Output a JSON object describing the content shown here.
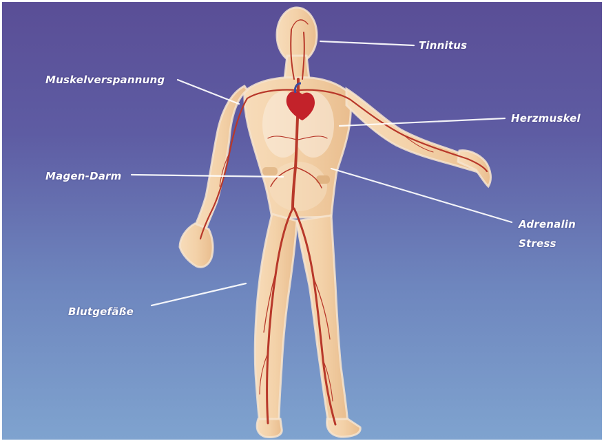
{
  "diagram": {
    "labels": {
      "tinnitus": "Tinnitus",
      "muskelverspannung": "Muskelverspannung",
      "herzmuskel": "Herzmuskel",
      "magen_darm": "Magen-Darm",
      "adrenalin": "Adrenalin",
      "stress": "Stress",
      "blutgefaesse": "Blutgefäße"
    },
    "colors": {
      "background_top": "#5a4e96",
      "background_bottom": "#7fa3cf",
      "skin": "#f3d1a8",
      "vessel": "#b8382a",
      "heart": "#c3222a",
      "leader_line": "#ffffff"
    }
  }
}
